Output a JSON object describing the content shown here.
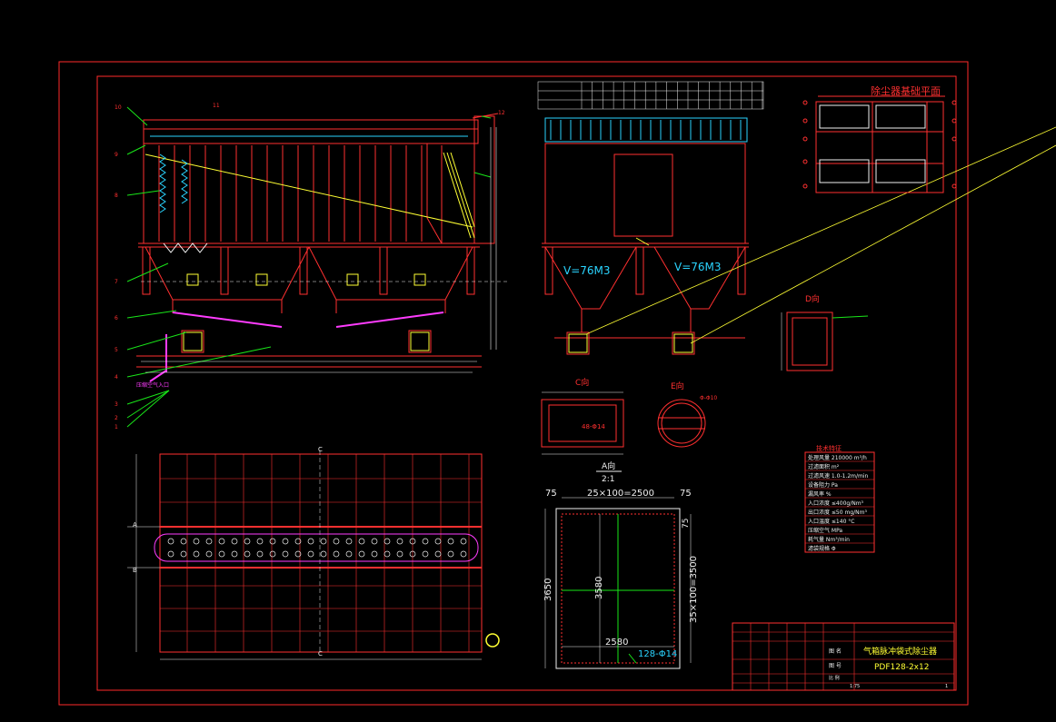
{
  "colors": {
    "background": "#000000",
    "frame": "#ff2a2a",
    "steel": "#ff3030",
    "leader": "#19e619",
    "dim": "#f0f0f0",
    "accent_cyan": "#2ad4ff",
    "accent_magenta": "#ff3cff",
    "accent_yellow": "#ffff33",
    "note_green": "#44ff44"
  },
  "drawing": {
    "section_label": "A向",
    "section_scale": "2:1",
    "section_top_dim": "25×100=2500",
    "section_side_75_left": "75",
    "section_side_75_right": "75",
    "section_side_75_vert": "75",
    "section_height_outer": "3650",
    "section_height_inner": "3580",
    "section_height_right": "35×100=3500",
    "section_width_bottom": "2580",
    "section_hole_note": "128-Φ14",
    "hopper_volume_1": "V=76M3",
    "hopper_volume_2": "V=76M3",
    "view_c_label": "C向",
    "view_e_label": "E向",
    "view_d_label": "D向",
    "view_c_holes": "48-Φ14",
    "view_e_holes": "Φ-Φ10",
    "foundation_title": "除尘器基础平面",
    "cut_mark_c": "C",
    "cut_mark_a": "A",
    "cut_mark_b": "B",
    "inlet_note": "压缩空气入口"
  },
  "tech_table": {
    "title": "技术特征",
    "rows": [
      "处理风量 210000 m³/h",
      "过滤面积 m²",
      "过滤风速 1.0-1.2m/min",
      "设备阻力 Pa",
      "漏风率 %",
      "入口浓度 ≤400g/Nm³",
      "出口浓度 ≤50 mg/Nm³",
      "入口温度 ≤140 °C",
      "压缩空气 MPa",
      "耗气量 Nm³/min",
      "滤袋规格 Φ"
    ]
  },
  "title_block": {
    "name": "气箱脉冲袋式除尘器",
    "code": "PDF128-2x12",
    "label_figure": "图 名",
    "label_code": "图 号",
    "label_scale": "比 例",
    "scale": "1:75",
    "sheet": "1"
  }
}
